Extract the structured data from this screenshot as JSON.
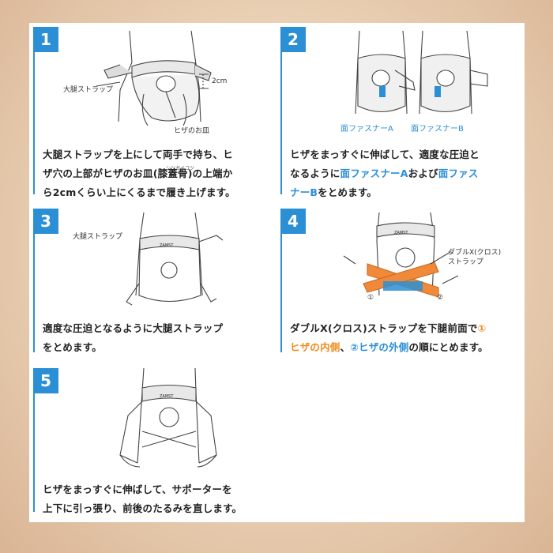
{
  "steps": [
    {
      "number": "1",
      "labels": {
        "thigh_strap": "大腿ストラップ",
        "cm": "2cm",
        "kneecap": "ヒザのお皿"
      },
      "furigana": "シツガイコツ",
      "caption_lines": [
        "大腿ストラップを上にして両手で持ち、ヒ",
        "ザ穴の上部がヒザのお皿(膝蓋骨)の上端か",
        "ら2cmくらい上にくるまで履き上げます。"
      ]
    },
    {
      "number": "2",
      "labels": {
        "fastener_a": "面ファスナーA",
        "fastener_b": "面ファスナーB"
      },
      "caption": {
        "l1": "ヒザをまっすぐに伸ばして、適度な圧迫と",
        "l2a": "なるように",
        "l2b": "面ファスナーA",
        "l2c": "および",
        "l2d": "面ファス",
        "l3a": "ナーB",
        "l3b": "をとめます。"
      }
    },
    {
      "number": "3",
      "labels": {
        "thigh_strap": "大腿ストラップ"
      },
      "caption_lines": [
        "適度な圧迫となるように大腿ストラップ",
        "をとめます。"
      ]
    },
    {
      "number": "4",
      "labels": {
        "cross_strap_1": "ダブルX(クロス)",
        "cross_strap_2": "ストラップ",
        "mark1": "①",
        "mark2": "②"
      },
      "caption": {
        "l1a": "ダブルX(クロス)ストラップを下腿前面で",
        "l1b": "①",
        "l2a": "ヒザの内側",
        "l2b": "、",
        "l2c": "②ヒザの外側",
        "l2d": "の順にとめます。"
      }
    },
    {
      "number": "5",
      "caption_lines": [
        "ヒザをまっすぐに伸ばして、サポーターを",
        "上下に引っ張り、前後のたるみを直します。"
      ]
    }
  ],
  "brand": "ZAMST",
  "colors": {
    "accent": "#2b8fd6",
    "orange": "#f08a1c",
    "cross_strap": "#f08a3a"
  }
}
